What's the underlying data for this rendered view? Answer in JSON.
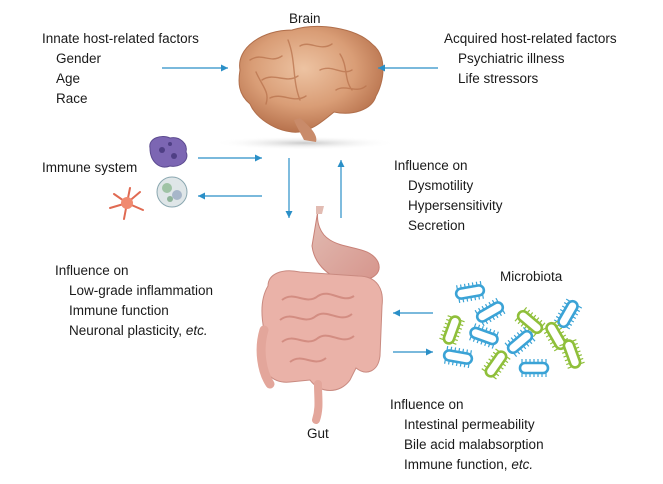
{
  "brain": {
    "label": "Brain"
  },
  "gut": {
    "label": "Gut"
  },
  "innate": {
    "title": "Innate host-related factors",
    "items": [
      "Gender",
      "Age",
      "Race"
    ]
  },
  "acquired": {
    "title": "Acquired host-related factors",
    "items": [
      "Psychiatric illness",
      "Life stressors"
    ]
  },
  "immune": {
    "label": "Immune system"
  },
  "brain_to_gut": {
    "title": "Influence on",
    "items": [
      "Dysmotility",
      "Hypersensitivity",
      "Secretion"
    ]
  },
  "gut_to_immune": {
    "title": "Influence on",
    "items": [
      "Low-grade inflammation",
      "Immune function",
      "Neuronal plasticity, "
    ],
    "etc": "etc."
  },
  "microbiota": {
    "label": "Microbiota"
  },
  "microbiota_to_gut": {
    "title": "Influence on",
    "items": [
      "Intestinal permeability",
      "Bile acid malabsorption",
      "Immune function, "
    ],
    "etc": "etc."
  },
  "colors": {
    "arrow": "#2a8fc7",
    "brain": "#d59a73",
    "gut": "#e9a79d",
    "bacteria_blue": "#3ba3d6",
    "bacteria_green": "#8fbf3a"
  }
}
